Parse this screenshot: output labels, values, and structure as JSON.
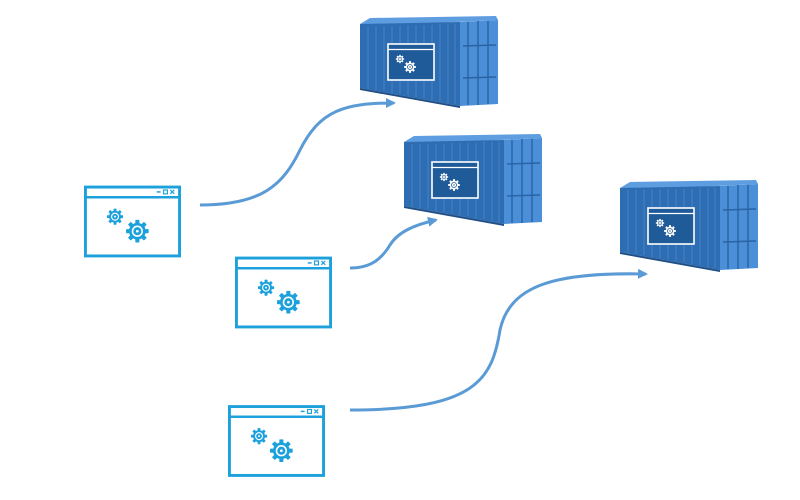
{
  "colors": {
    "background": "#ffffff",
    "app_window": "#1da1dc",
    "arrow": "#5b9bd5",
    "container_front": "#2f6db3",
    "container_side": "#4a8fd8",
    "container_dark": "#1f4f86",
    "container_panel": "#1f5a99",
    "container_label": "#ffffff"
  },
  "diagram": {
    "applications": [
      {
        "name": "app-window-1",
        "icon": "gears-icon"
      },
      {
        "name": "app-window-2",
        "icon": "gears-icon"
      },
      {
        "name": "app-window-3",
        "icon": "gears-icon"
      }
    ],
    "containers": [
      {
        "name": "shipping-container-1",
        "icon": "gears-icon"
      },
      {
        "name": "shipping-container-2",
        "icon": "gears-icon"
      },
      {
        "name": "shipping-container-3",
        "icon": "gears-icon"
      }
    ],
    "connections": [
      {
        "from": "app-window-1",
        "to": "shipping-container-1"
      },
      {
        "from": "app-window-2",
        "to": "shipping-container-2"
      },
      {
        "from": "app-window-3",
        "to": "shipping-container-3"
      }
    ]
  }
}
